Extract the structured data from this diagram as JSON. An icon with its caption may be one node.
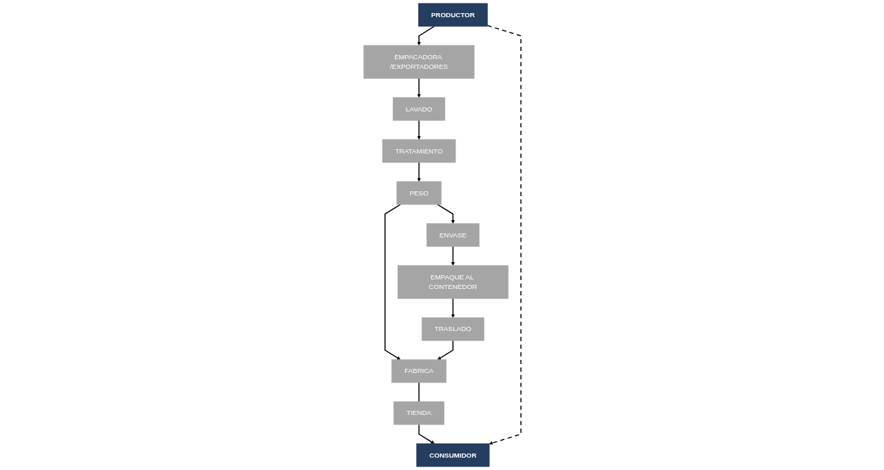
{
  "diagram": {
    "nodes": [
      {
        "text": [
          "PRODUCTOR"
        ]
      },
      {
        "text": [
          "EMPACADORA /EXPORTADORES"
        ]
      },
      {
        "text": [
          "LAVADO"
        ]
      },
      {
        "text": [
          "TRATAMIENTO"
        ]
      },
      {
        "text": [
          "PESO"
        ]
      },
      {
        "text": [
          "ENVASE"
        ]
      },
      {
        "text": [
          "EMPAQUE AL CONTENEDOR"
        ]
      },
      {
        "text": [
          "TRASLADO"
        ]
      },
      {
        "text": [
          "FABRICA"
        ]
      },
      {
        "text": [
          "TIENDA"
        ]
      },
      {
        "text": [
          "CONSUMIDOR"
        ]
      }
    ],
    "edges": [
      {
        "from": 0,
        "to": 1,
        "arrow": "to"
      },
      {
        "from": 1,
        "to": 2,
        "arrow": "to"
      },
      {
        "from": 2,
        "to": 3,
        "arrow": "to"
      },
      {
        "from": 3,
        "to": 4,
        "arrow": "to"
      },
      {
        "from": 4,
        "to": 5,
        "arrow": "to"
      },
      {
        "from": 4,
        "to": 8,
        "arrow": "to"
      },
      {
        "from": 5,
        "to": 6,
        "arrow": "to"
      },
      {
        "from": 6,
        "to": 7,
        "arrow": "to"
      },
      {
        "from": 7,
        "to": 8,
        "arrow": "to"
      },
      {
        "from": 8,
        "to": 9,
        "arrow": "none"
      },
      {
        "from": 9,
        "to": 10,
        "arrow": "to"
      },
      {
        "from": 0,
        "to": 10,
        "arrow": "to",
        "style": "dashed"
      }
    ]
  }
}
